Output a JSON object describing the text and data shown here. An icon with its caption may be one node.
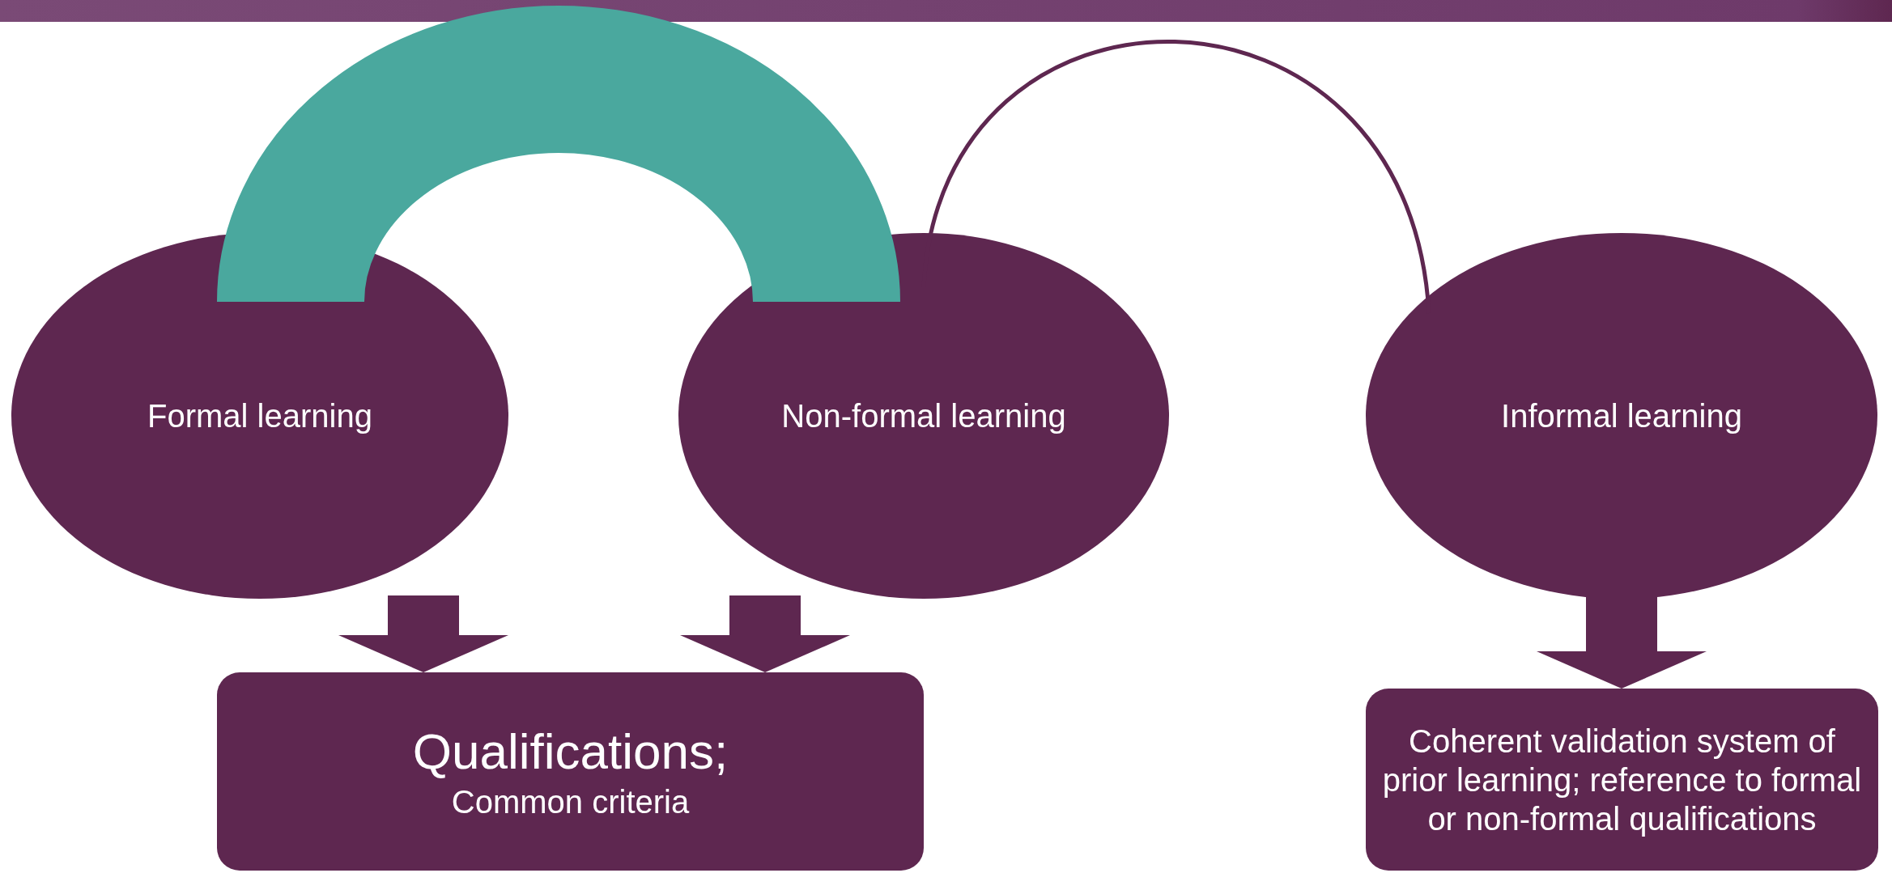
{
  "diagram": {
    "nodes": [
      {
        "text": [
          "Formal learning"
        ]
      },
      {
        "text": [
          "Non-formal learning"
        ]
      },
      {
        "text": [
          "Informal learning"
        ]
      },
      {
        "text": [
          "Qualifications;",
          "Common criteria"
        ]
      },
      {
        "text": [
          "Coherent validation system of prior learning; reference to formal or non-formal qualifications"
        ]
      }
    ],
    "edges": [
      {
        "from": 0,
        "to": 1,
        "arrow": "none",
        "style": "thick",
        "color": "#4aa89e"
      },
      {
        "from": 1,
        "to": 2,
        "arrow": "none"
      },
      {
        "from": 0,
        "to": 3,
        "arrow": "to"
      },
      {
        "from": 1,
        "to": 3,
        "arrow": "to"
      },
      {
        "from": 2,
        "to": 4,
        "arrow": "to"
      }
    ]
  }
}
